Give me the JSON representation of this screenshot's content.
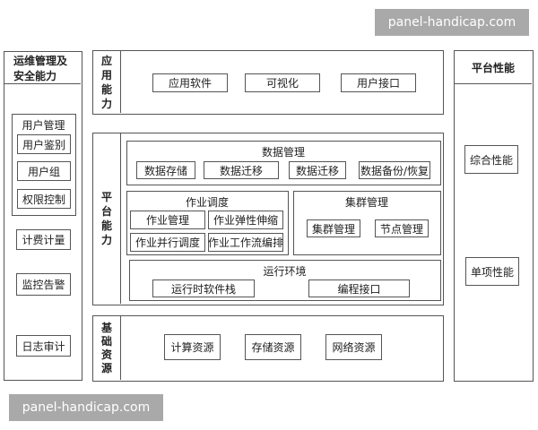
{
  "watermark": {
    "top": "panel-handicap.com",
    "bottom": "panel-handicap.com"
  },
  "left_column": {
    "title_line1": "运维管理及",
    "title_line2": "安全能力",
    "user_mgmt": {
      "title": "用户管理",
      "items": [
        "用户鉴别",
        "用户组",
        "权限控制"
      ]
    },
    "items": [
      "计费计量",
      "监控告警",
      "日志审计"
    ]
  },
  "app_layer": {
    "label": [
      "应",
      "用",
      "能",
      "力"
    ],
    "items": [
      "应用软件",
      "可视化",
      "用户接口"
    ]
  },
  "platform_layer": {
    "label": [
      "平",
      "台",
      "能",
      "力"
    ],
    "data_mgmt": {
      "title": "数据管理",
      "items": [
        "数据存储",
        "数据迁移",
        "数据迁移",
        "数据备份/恢复"
      ]
    },
    "job_sched": {
      "title": "作业调度",
      "items": [
        "作业管理",
        "作业弹性伸缩",
        "作业并行调度",
        "作业工作流编排"
      ]
    },
    "cluster_mgmt": {
      "title": "集群管理",
      "items": [
        "集群管理",
        "节点管理"
      ]
    },
    "runtime": {
      "title": "运行环境",
      "items": [
        "运行时软件栈",
        "编程接口"
      ]
    }
  },
  "infra_layer": {
    "label": [
      "基",
      "础",
      "资",
      "源"
    ],
    "items": [
      "计算资源",
      "存储资源",
      "网络资源"
    ]
  },
  "right_column": {
    "title": "平台性能",
    "items": [
      "综合性能",
      "单项性能"
    ]
  },
  "colors": {
    "border": "#555555",
    "watermark_bg": "#a9a9a9",
    "watermark_text": "#ffffff"
  }
}
